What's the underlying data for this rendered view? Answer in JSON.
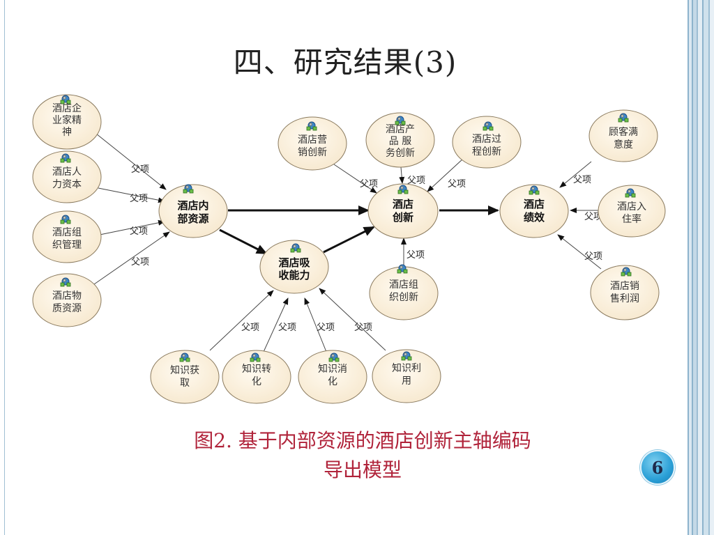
{
  "slide": {
    "title": "四、研究结果(3)",
    "caption_line1": "图2. 基于内部资源的酒店创新主轴编码",
    "caption_line2": "导出模型",
    "page_number": "6"
  },
  "diagram": {
    "nodes": {
      "entrepreneur": [
        "酒店企",
        "业家精",
        "神"
      ],
      "human": [
        "酒店人",
        "力资本"
      ],
      "org_mgmt": [
        "酒店组",
        "织管理"
      ],
      "material": [
        "酒店物",
        "质资源"
      ],
      "internal": [
        "酒店内",
        "部资源"
      ],
      "absorb": [
        "酒店吸",
        "收能力"
      ],
      "marketing": [
        "酒店营",
        "销创新"
      ],
      "product": [
        "酒店产",
        "品 服",
        "务创新"
      ],
      "process": [
        "酒店过",
        "程创新"
      ],
      "innovation": [
        "酒店",
        "创新"
      ],
      "org_innov": [
        "酒店组",
        "织创新"
      ],
      "performance": [
        "酒店",
        "绩效"
      ],
      "satisfaction": [
        "顾客满",
        "意度"
      ],
      "occupancy": [
        "酒店入",
        "住率"
      ],
      "profit": [
        "酒店销",
        "售利润"
      ],
      "k_acquire": [
        "知识获",
        "取"
      ],
      "k_transform": [
        "知识转",
        "化"
      ],
      "k_digest": [
        "知识消",
        "化"
      ],
      "k_use": [
        "知识利",
        "用"
      ]
    },
    "edge_label": "父项"
  }
}
